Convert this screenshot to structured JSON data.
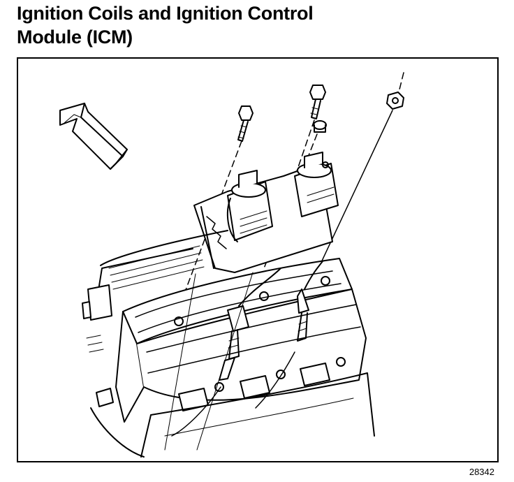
{
  "title": {
    "line1": "Ignition Coils and Ignition Control",
    "line2": "Module (ICM)"
  },
  "figure": {
    "number": "28342",
    "icons": [
      "front-direction-arrow-icon",
      "bolt-icon",
      "nut-icon",
      "ignition-coil-icon",
      "spark-plug-icon",
      "cylinder-head-icon"
    ]
  },
  "colors": {
    "ink": "#000000",
    "paper": "#ffffff"
  }
}
